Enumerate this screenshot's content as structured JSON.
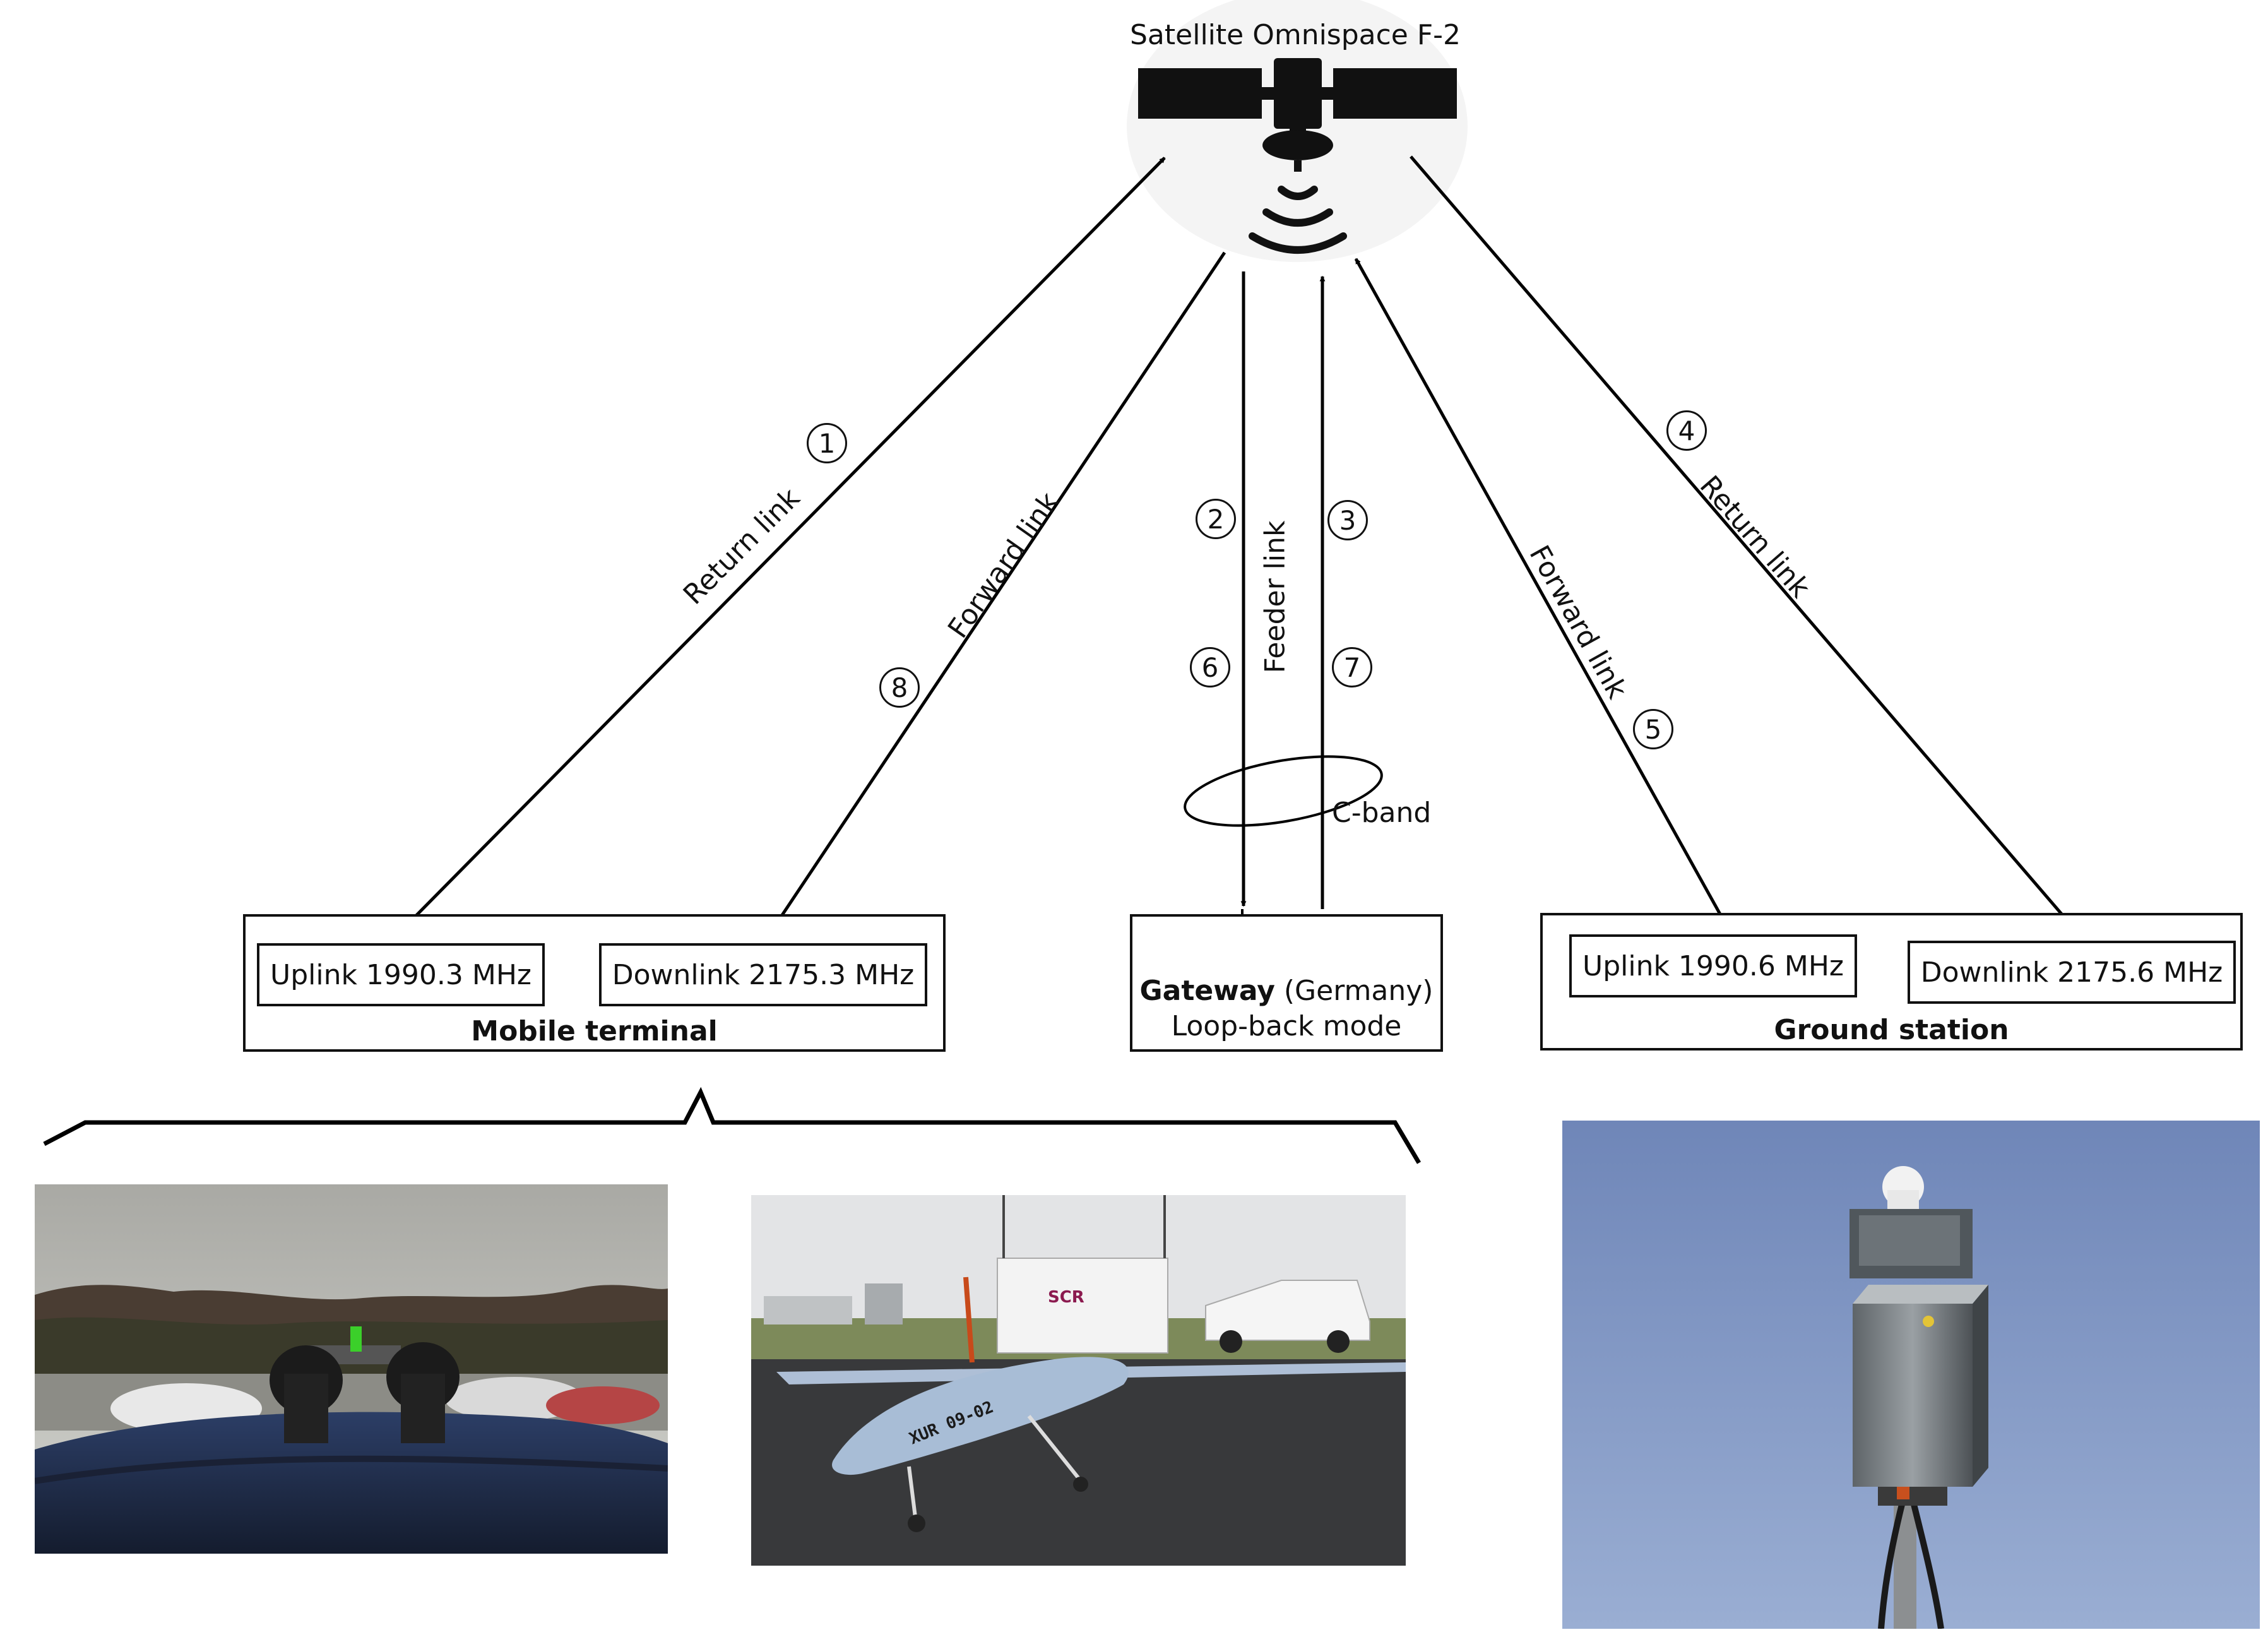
{
  "satellite": {
    "title": "Satellite Omnispace F-2"
  },
  "links": {
    "mt_return": "Return link",
    "mt_forward": "Forward link",
    "feeder": "Feeder link",
    "gs_forward": "Forward link",
    "gs_return": "Return link",
    "c_band": "C-band"
  },
  "step_numbers": [
    "1",
    "2",
    "3",
    "4",
    "5",
    "6",
    "7",
    "8"
  ],
  "mobile_terminal": {
    "caption": "Mobile terminal",
    "uplink": "Uplink 1990.3 MHz",
    "downlink": "Downlink 2175.3 MHz"
  },
  "gateway": {
    "name": "Gateway",
    "location": "(Germany)",
    "mode": "Loop-back mode"
  },
  "ground_station": {
    "caption": "Ground station",
    "uplink": "Uplink 1990.6 MHz",
    "downlink": "Downlink 2175.6 MHz"
  },
  "photos": {
    "uav_marking": "XUR 09-02",
    "van_logo": "SCR"
  }
}
